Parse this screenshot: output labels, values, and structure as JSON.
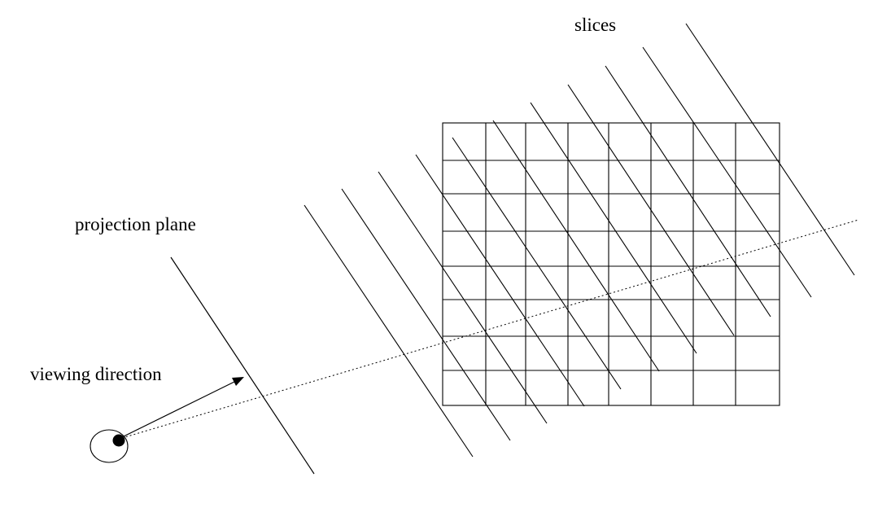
{
  "labels": {
    "slices": "slices",
    "projection_plane": "projection plane",
    "viewing_direction": "viewing direction"
  },
  "volume_grid": {
    "columns": 8,
    "rows": 8
  },
  "slice_count": 11,
  "colors": {
    "ink": "#000000",
    "background": "#ffffff"
  }
}
